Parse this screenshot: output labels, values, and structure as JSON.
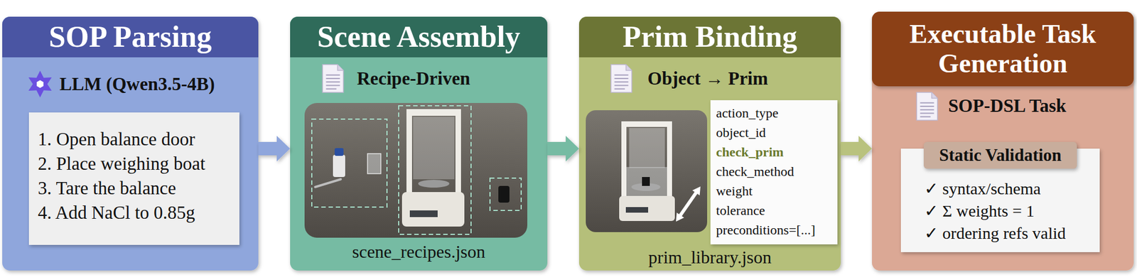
{
  "diagram": {
    "nodes": [
      {
        "text": [
          "SOP Parsing",
          "LLM (Qwen3.5-4B)"
        ]
      },
      {
        "text": [
          "1. Open balance door",
          "2. Place weighing boat",
          "3. Tare the balance",
          "4. Add NaCl to 0.85g"
        ],
        "in": 0
      },
      {
        "text": [
          "Scene Assembly",
          "Recipe-Driven",
          "scene_recipes.json"
        ]
      },
      {
        "text": [
          "Prim Binding",
          "Object → Prim",
          "prim_library.json"
        ]
      },
      {
        "text": [
          "action_type",
          "object_id",
          "check_prim",
          "check_method",
          "weight",
          "tolerance",
          "preconditions=[...]"
        ],
        "in": 3
      },
      {
        "text": [
          "Executable Task Generation",
          "SOP-DSL Task"
        ]
      },
      {
        "text": [
          "Static Validation",
          "✓ syntax/schema",
          "✓ Σ weights = 1",
          "✓ ordering refs valid"
        ],
        "in": 5
      }
    ],
    "edges": [
      {
        "from": 0,
        "to": 2,
        "arrow": "to"
      },
      {
        "from": 2,
        "to": 3,
        "arrow": "to"
      },
      {
        "from": 3,
        "to": 5,
        "arrow": "to"
      }
    ]
  }
}
